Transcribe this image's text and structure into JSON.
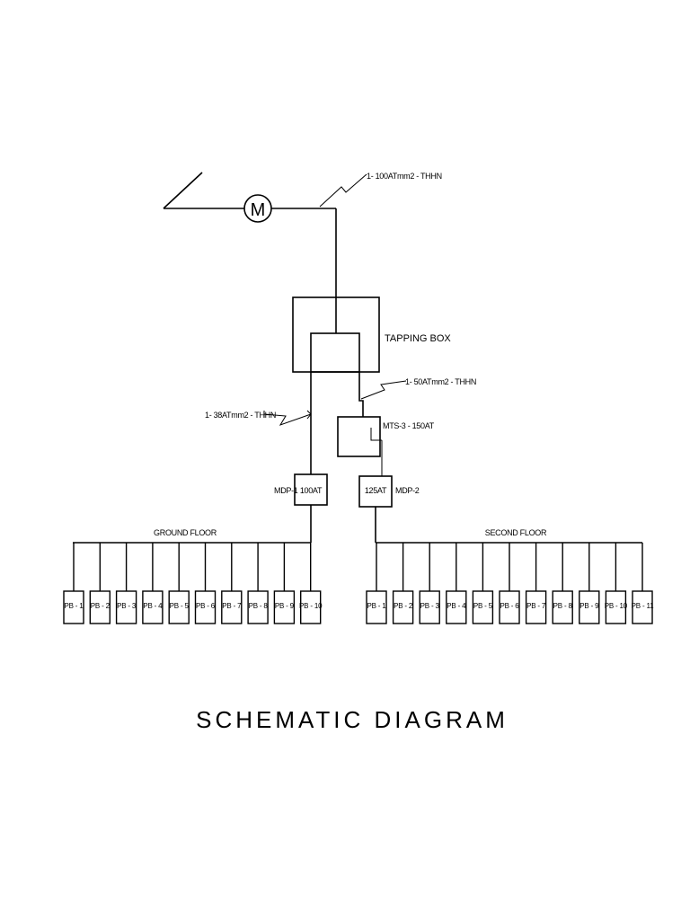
{
  "labels": {
    "meter_symbol": "M",
    "main_feeder_cable": "1- 100ATmm2 - THHN",
    "tapping_box": "TAPPING BOX",
    "mts_feeder_cable": "1- 50ATmm2 - THHN",
    "mdp1_feeder_cable": "1- 38ATmm2 - THHN",
    "mts": "MTS-3  - 150AT",
    "mdp1_name": "MDP-1",
    "mdp1_rating": "100AT",
    "mdp2_name": "MDP-2",
    "mdp2_rating": "125AT",
    "ground_floor": "GROUND FLOOR",
    "second_floor": "SECOND FLOOR"
  },
  "ground_floor_panels": [
    "PB - 1",
    "PB - 2",
    "PB - 3",
    "PB - 4",
    "PB - 5",
    "PB - 6",
    "PB - 7",
    "PB - 8",
    "PB - 9",
    "PB - 10"
  ],
  "second_floor_panels": [
    "PB - 1",
    "PB - 2",
    "PB - 3",
    "PB - 4",
    "PB - 5",
    "PB - 6",
    "PB - 7",
    "PB - 8",
    "PB - 9",
    "PB - 10",
    "PB - 11"
  ],
  "title": "SCHEMATIC DIAGRAM"
}
